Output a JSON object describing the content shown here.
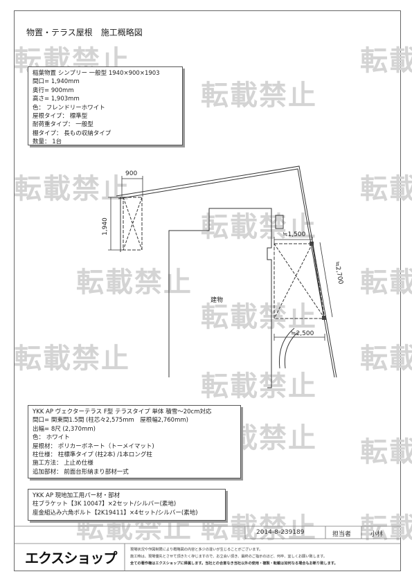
{
  "title": "物置・テラス屋根　施工概略図",
  "watermark": "転載禁止",
  "shed_box": {
    "lines": [
      "稲葉物置 シンプリー 一般型 1940×900×1903",
      "間口= 1,940mm",
      "奥行= 900mm",
      "高さ= 1,903mm",
      "色： フレンドリーホワイト",
      "屋根タイプ： 標準型",
      "耐荷重タイプ： 一般型",
      "棚タイプ： 長もの収納タイプ",
      "数量： 1台"
    ]
  },
  "drawing": {
    "dim_900": "900",
    "dim_1940": "1,940",
    "dim_1500": "≒1,500",
    "dim_2700": "≒2,700",
    "dim_2500": "≒2,500",
    "building_label": "建物"
  },
  "terrace_box": {
    "lines": [
      "YKK AP ヴェクターテラス F型 テラスタイプ 単体 積雪～20cm対応",
      "間口= 関東間1.5間 (柱芯々2,575mm　屋根幅2,760mm)",
      "出幅= 8尺 (2,370mm)",
      "色： ホワイト",
      "屋根材： ポリカーボネート（トーメイマット)",
      "柱仕様： 柱標準タイプ (柱2本) /1本ロング柱",
      "施工方法： 上止め仕様",
      "追加部材： 前面台形納まり部材一式"
    ]
  },
  "parts_box": {
    "lines": [
      "YKK AP 現地加工用パー材・部材",
      "柱ブラケット【3K 10047】×2セット/シルバー(素地)",
      "座金組込み六角ボルト【2K19411】×4セット/シルバー(素地)"
    ]
  },
  "footer": {
    "doc_number": "2014-8-239189",
    "person_label": "担当者",
    "person_name": "小林",
    "logo": "エクスショップ",
    "notes": [
      "現場状況や作図制限により概略図の内容と多少の違いが生じることがございます。",
      "施工時は、現場優先とさせて頂きたく存じますので、お立会い頂き、最終のご指示のほど、何卒、宜しくお願い致します。",
      "全ての著作権はエクスショップに帰属します。当社との合意なき当社以外の使用・複製・転載は如何なる場合もお断り致します。"
    ]
  },
  "colors": {
    "watermark": "#d4d4d4",
    "line": "#333333"
  }
}
